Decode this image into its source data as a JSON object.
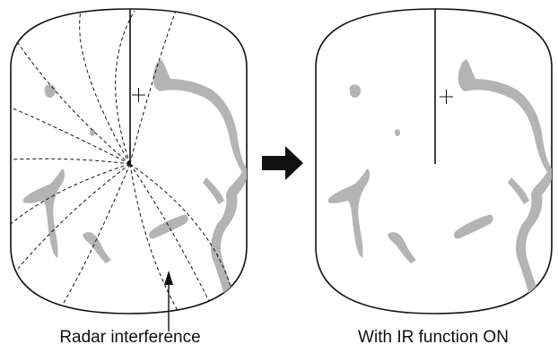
{
  "figure": {
    "left_panel": {
      "caption": "Radar interference",
      "interference_annotated": true,
      "target_marker": "crosshair"
    },
    "right_panel": {
      "caption": "With IR function ON",
      "interference_annotated": false,
      "target_marker": "crosshair"
    },
    "transition_icon": "right-arrow-icon",
    "colors": {
      "outline": "#111111",
      "land_echo": "#b4b4b4",
      "background": "#ffffff"
    }
  }
}
